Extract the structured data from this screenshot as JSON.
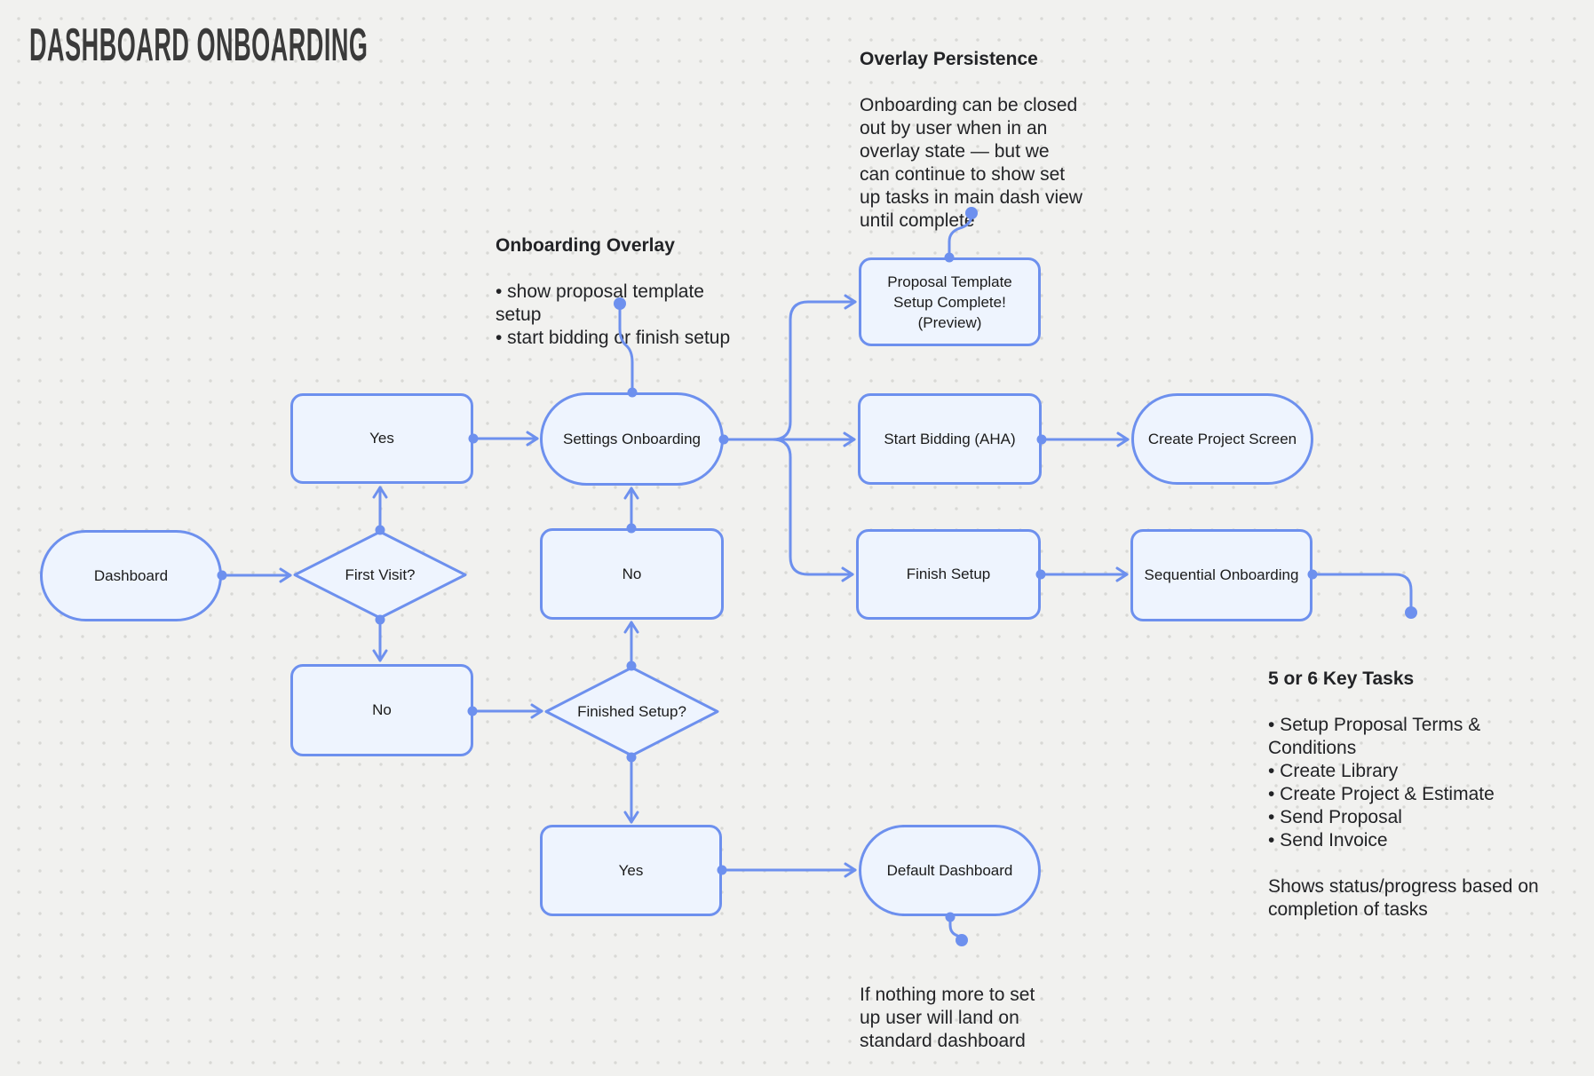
{
  "title": "DASHBOARD ONBOARDING",
  "colors": {
    "accent": "#6d90ee",
    "node_fill": "#eef4fe",
    "canvas_background": "#f1f1ef",
    "grid_dot": "#d8d8d5",
    "node_text": "#1b1b1b",
    "annotation_text": "#222326",
    "title_color": "#3a3a3a"
  },
  "nodes": {
    "dashboard": {
      "label": "Dashboard",
      "shape": "pill"
    },
    "first_visit": {
      "label": "First Visit?",
      "shape": "diamond"
    },
    "yes_top": {
      "label": "Yes",
      "shape": "rect"
    },
    "no_left": {
      "label": "No",
      "shape": "rect"
    },
    "settings_onboarding": {
      "label": "Settings Onboarding",
      "shape": "pill"
    },
    "no_mid": {
      "label": "No",
      "shape": "rect"
    },
    "finished_setup": {
      "label": "Finished Setup?",
      "shape": "diamond"
    },
    "yes_bottom": {
      "label": "Yes",
      "shape": "rect"
    },
    "proposal_template": {
      "label": "Proposal Template\nSetup Complete!\n(Preview)",
      "shape": "rect"
    },
    "start_bidding": {
      "label": "Start Bidding (AHA)",
      "shape": "rect"
    },
    "finish_setup": {
      "label": "Finish Setup",
      "shape": "rect"
    },
    "default_dashboard": {
      "label": "Default Dashboard",
      "shape": "pill"
    },
    "create_project": {
      "label": "Create Project Screen",
      "shape": "pill"
    },
    "sequential_onboarding": {
      "label": "Sequential Onboarding",
      "shape": "rect"
    }
  },
  "annotations": {
    "overlay_persistence": {
      "heading": "Overlay Persistence",
      "body": "Onboarding can be closed\nout by user when in an\noverlay state — but we\ncan continue to show set\nup tasks in main dash view\nuntil complete"
    },
    "onboarding_overlay": {
      "heading": "Onboarding Overlay",
      "body": "• show proposal template\nsetup\n• start bidding or finish setup"
    },
    "key_tasks": {
      "heading": "5 or 6 Key Tasks",
      "body": "• Setup Proposal Terms &\nConditions\n• Create Library\n• Create Project & Estimate\n• Send Proposal\n• Send Invoice\n\nShows status/progress based on\ncompletion of tasks"
    },
    "default_dashboard_note": {
      "body": "If nothing more to set\nup user will land on\nstandard dashboard"
    }
  }
}
